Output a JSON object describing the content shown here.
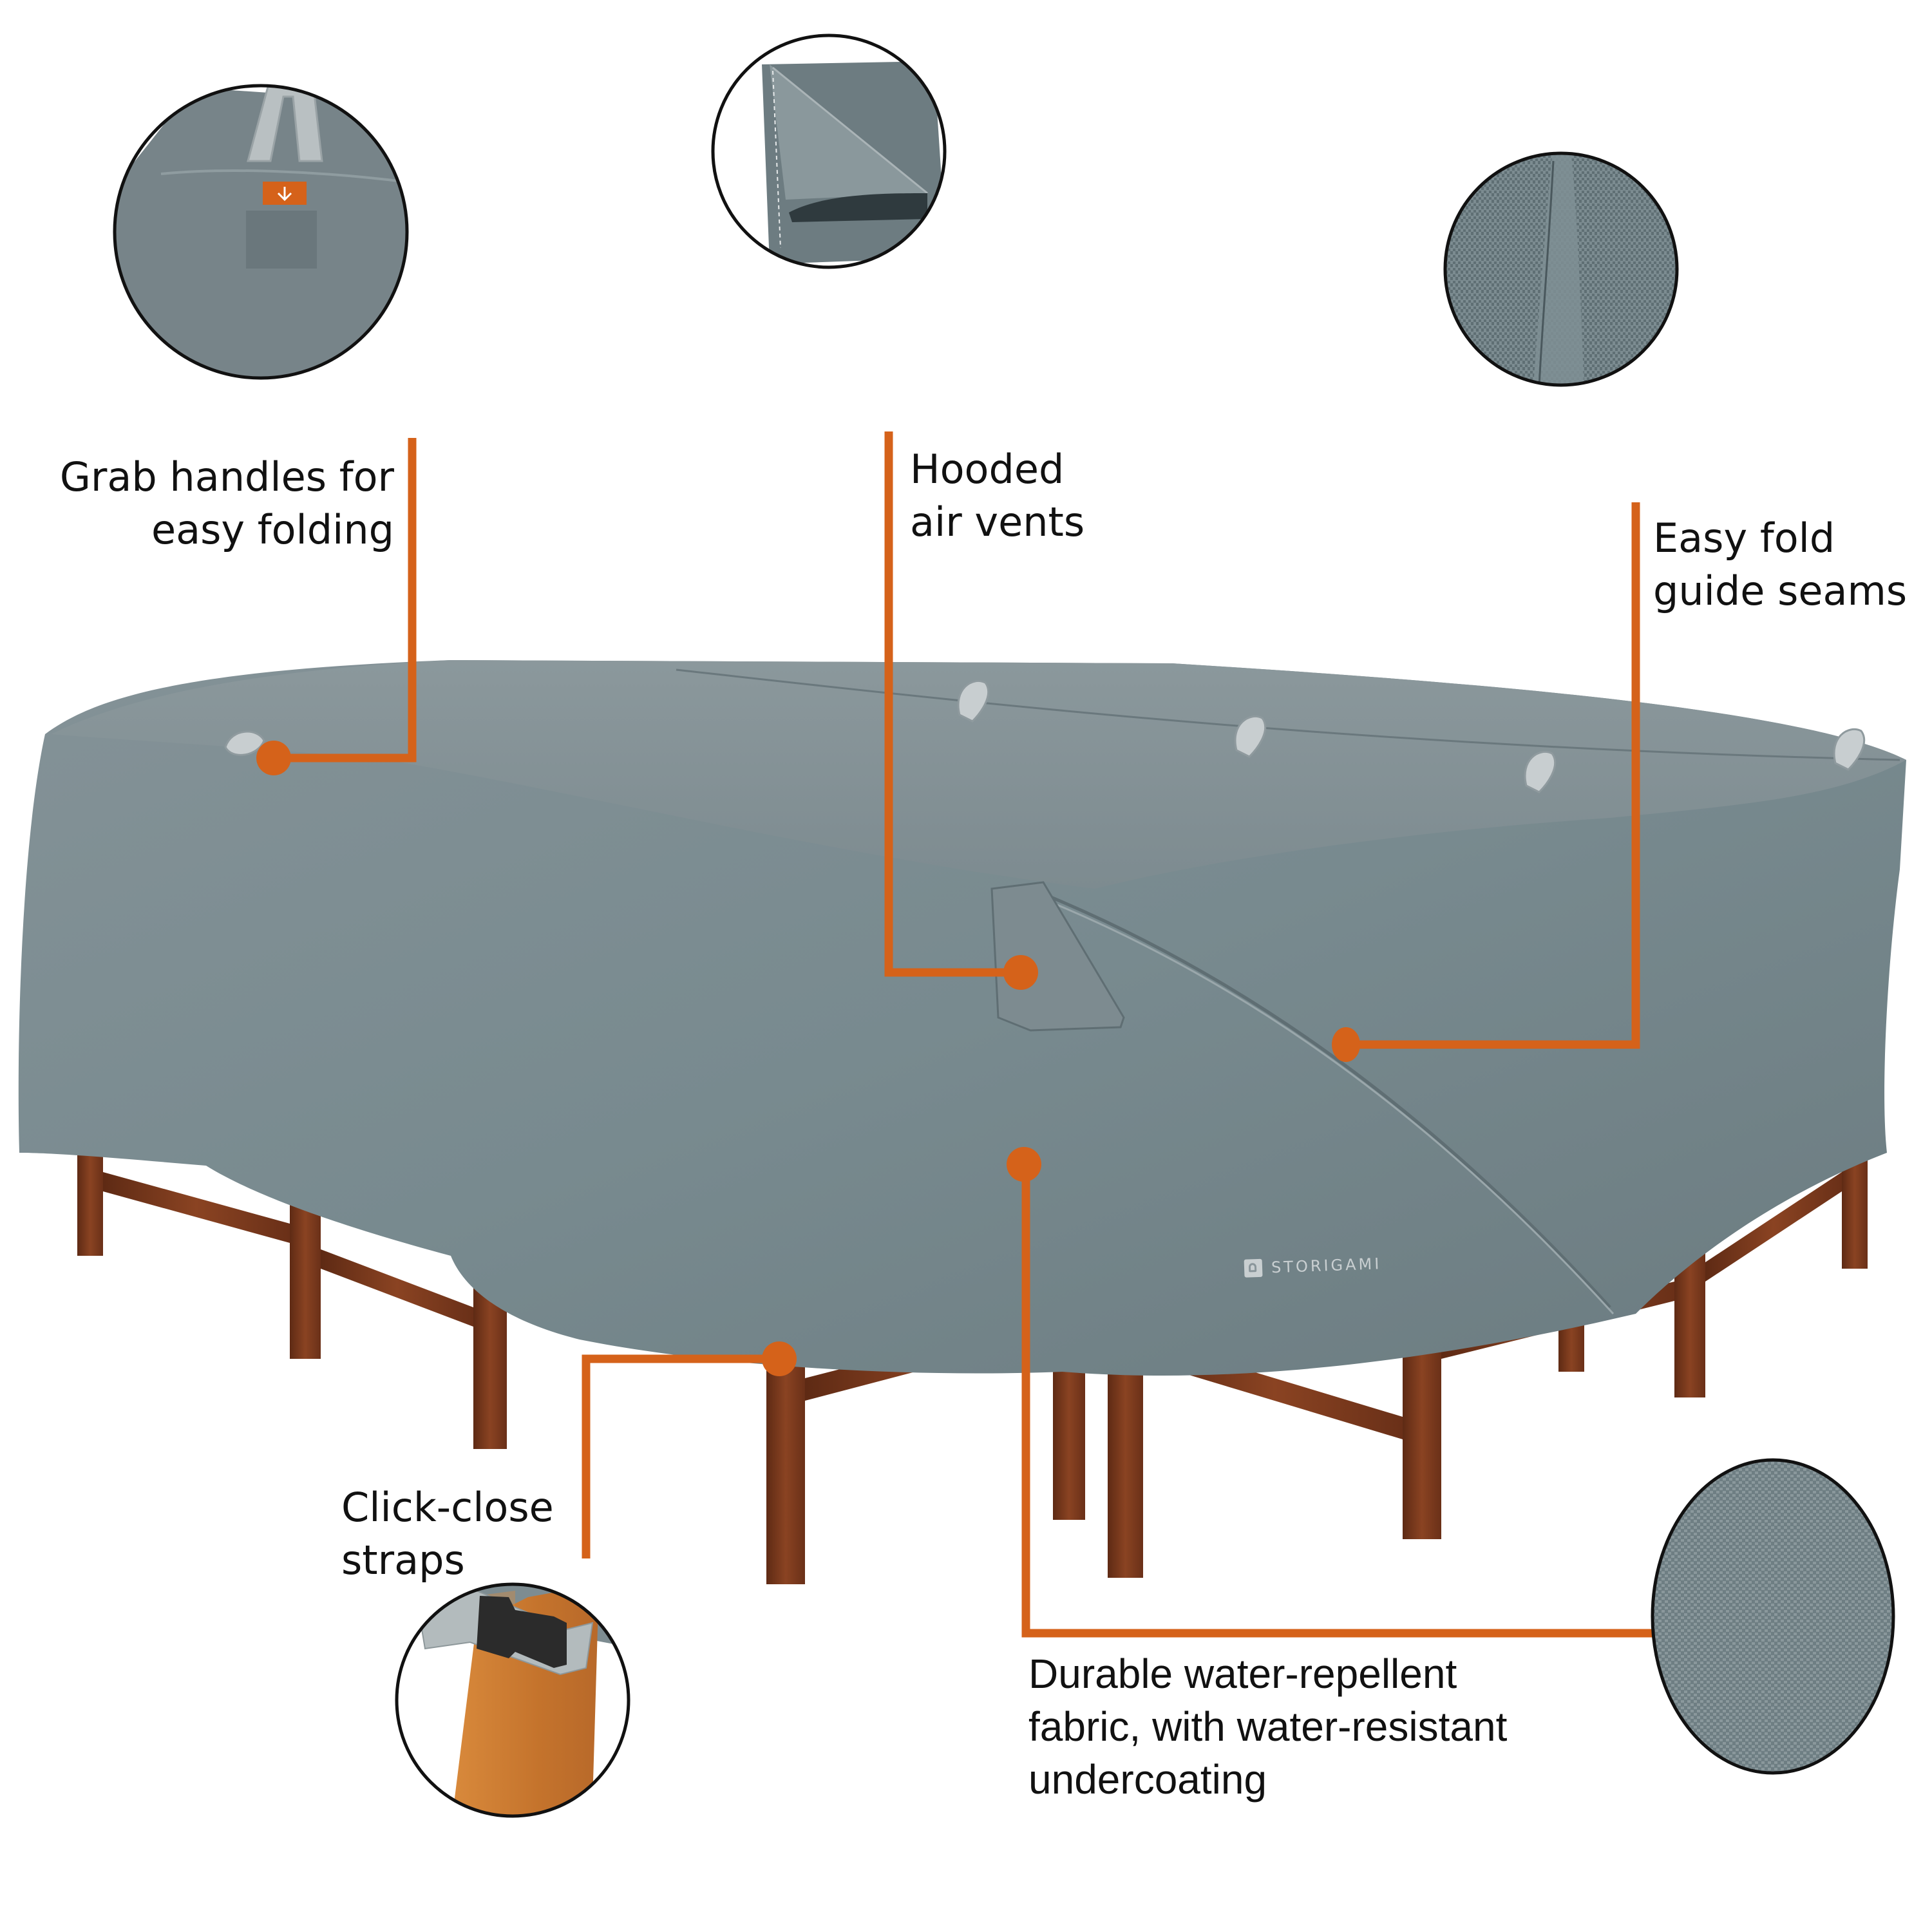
{
  "colors": {
    "accent": "#D5621A",
    "cover": "#7A888D",
    "cover_dark": "#67767B",
    "cover_light": "#8C999D",
    "wood": "#7A3A1E",
    "wood_light": "#C97A32",
    "strap": "#AEB6B8",
    "buckle": "#2C2C2C",
    "outline": "#111111"
  },
  "brand": {
    "name": "STORIGAMI",
    "icon": "storigami-logo-icon"
  },
  "callouts": [
    {
      "id": "grab-handles",
      "lines": [
        "Grab handles for",
        "easy folding"
      ],
      "detail": "handle-loop-with-orange-tag"
    },
    {
      "id": "hooded-vents",
      "lines": [
        "Hooded",
        "air vents"
      ],
      "detail": "vent-flap"
    },
    {
      "id": "fold-seams",
      "lines": [
        "Easy fold",
        "guide seams"
      ],
      "detail": "seam-texture"
    },
    {
      "id": "click-straps",
      "lines": [
        "Click-close",
        "straps"
      ],
      "detail": "buckle-strap-on-leg"
    },
    {
      "id": "durable-fabric",
      "lines": [
        "Durable water-repellent",
        "fabric, with water-resistant",
        "undercoating"
      ],
      "detail": "woven-fabric-texture"
    }
  ]
}
